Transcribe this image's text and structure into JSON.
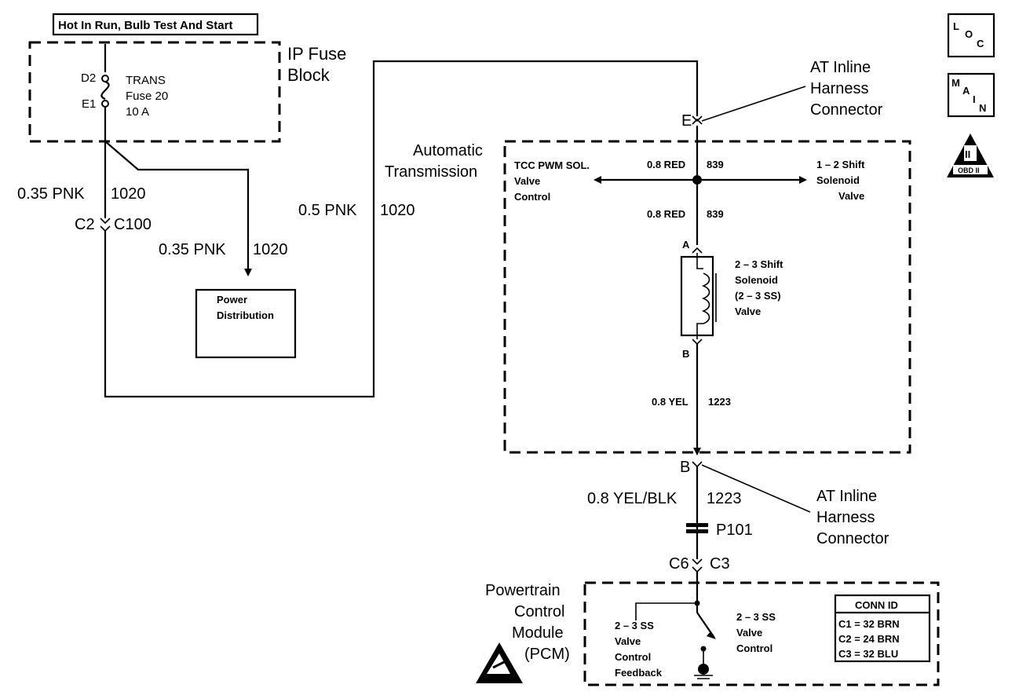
{
  "header_label": "Hot In Run, Bulb Test And Start",
  "fuse_block": {
    "title_line1": "IP Fuse",
    "title_line2": "Block",
    "pin_top": "D2",
    "pin_bottom": "E1",
    "fuse_name": "TRANS",
    "fuse_number": "Fuse 20",
    "fuse_rating": "10 A"
  },
  "wires": {
    "left_wire": "0.35 PNK",
    "left_circuit": "1020",
    "branch_wire": "0.35 PNK",
    "branch_circuit": "1020",
    "top_wire": "0.5 PNK",
    "top_circuit": "1020",
    "red_upper": "0.8 RED",
    "red_upper_circuit": "839",
    "red_lower": "0.8 RED",
    "red_lower_circuit": "839",
    "yel_inner": "0.8 YEL",
    "yel_inner_circuit": "1223",
    "yel_outer": "0.8 YEL/BLK",
    "yel_outer_circuit": "1223"
  },
  "connectors": {
    "c2": "C2",
    "c100": "C100",
    "e_pin": "E",
    "b_pin_outer": "B",
    "pin_a": "A",
    "pin_b": "B",
    "p101": "P101",
    "c6": "C6",
    "c3": "C3"
  },
  "power_distribution": {
    "line1": "Power",
    "line2": "Distribution"
  },
  "at_inline_top": {
    "line1": "AT Inline",
    "line2": "Harness",
    "line3": "Connector"
  },
  "at_inline_bottom": {
    "line1": "AT Inline",
    "line2": "Harness",
    "line3": "Connector"
  },
  "transmission": {
    "line1": "Automatic",
    "line2": "Transmission"
  },
  "tcc": {
    "line1": "TCC PWM SOL.",
    "line2": "Valve",
    "line3": "Control"
  },
  "shift12": {
    "line1": "1 – 2 Shift",
    "line2": "Solenoid",
    "line3": "Valve"
  },
  "solenoid23": {
    "line1": "2 – 3 Shift",
    "line2": "Solenoid",
    "line3": "(2 – 3 SS)",
    "line4": "Valve"
  },
  "pcm": {
    "line1": "Powertrain",
    "line2": "Control",
    "line3": "Module",
    "line4": "(PCM)",
    "feedback_line1": "2 – 3 SS",
    "feedback_line2": "Valve",
    "feedback_line3": "Control",
    "feedback_line4": "Feedback",
    "control_line1": "2 – 3 SS",
    "control_line2": "Valve",
    "control_line3": "Control"
  },
  "conn_id": {
    "title": "CONN ID",
    "rows": [
      "C1 = 32 BRN",
      "C2 = 24 BRN",
      "C3 = 32 BLU"
    ]
  },
  "side_icons": {
    "loc_letters": [
      "L",
      "O",
      "C"
    ],
    "main_letters": [
      "M",
      "A",
      "I",
      "N"
    ],
    "obd_numeral": "II",
    "obd_label": "OBD II"
  }
}
